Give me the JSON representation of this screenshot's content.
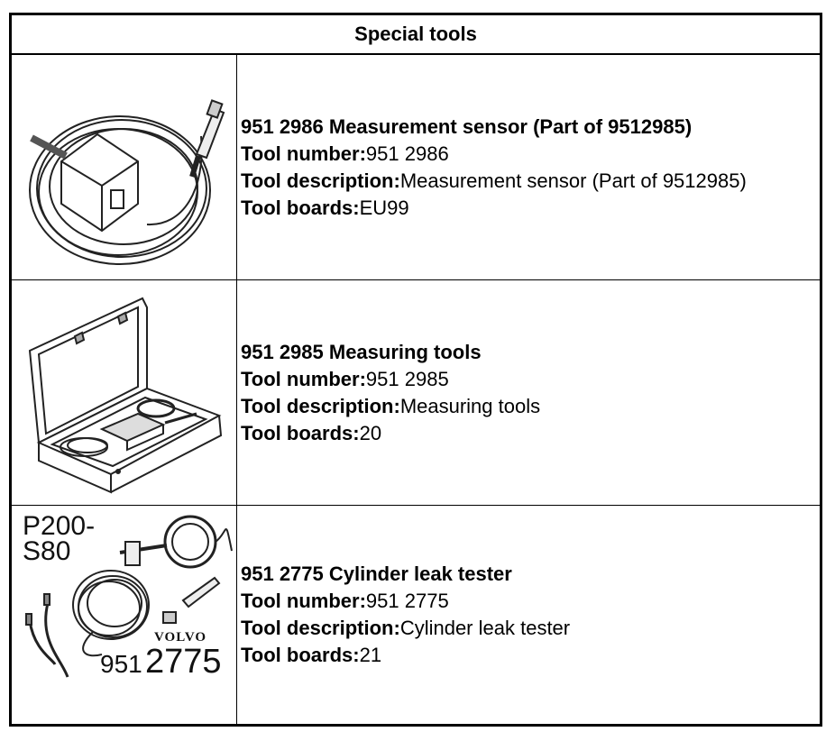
{
  "table": {
    "header": "Special tools",
    "tools": [
      {
        "title": "951 2986 Measurement sensor (Part of 9512985)",
        "number_label": "Tool number:",
        "number": "951 2986",
        "description_label": "Tool description:",
        "description": "Measurement sensor (Part of 9512985)",
        "boards_label": "Tool boards:",
        "boards": "EU99",
        "icon": "measurement-sensor-illustration"
      },
      {
        "title": "951 2985 Measuring tools",
        "number_label": "Tool number:",
        "number": "951 2985",
        "description_label": "Tool description:",
        "description": "Measuring tools",
        "boards_label": "Tool boards:",
        "boards": "20",
        "icon": "measuring-tools-case-illustration"
      },
      {
        "title": "951 2775 Cylinder leak tester",
        "number_label": "Tool number:",
        "number": "951 2775",
        "description_label": "Tool description:",
        "description": "Cylinder leak tester",
        "boards_label": "Tool boards:",
        "boards": "21",
        "icon": "cylinder-leak-tester-illustration",
        "image_labels": {
          "model_line1": "P200-",
          "model_line2": "S80",
          "brand": "VOLVO",
          "part_prefix": "951",
          "part_suffix": "2775"
        }
      }
    ]
  }
}
